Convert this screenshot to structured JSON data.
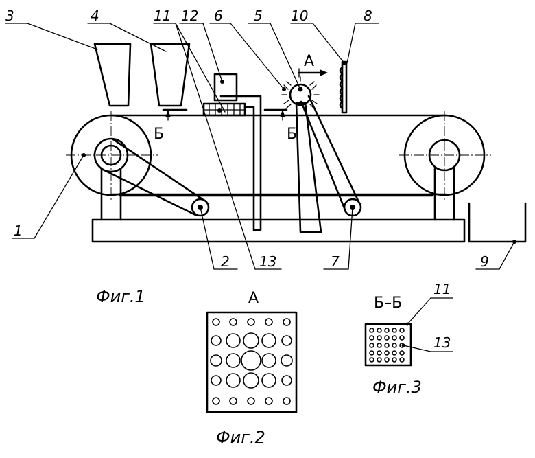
{
  "callouts": [
    "3",
    "4",
    "11",
    "12",
    "6",
    "5",
    "10",
    "8",
    "1",
    "2",
    "13",
    "7",
    "9",
    "11",
    "13"
  ],
  "section_marks": {
    "view_a": "А",
    "cut_left": "Б",
    "cut_right": "Б",
    "view_a_title": "А",
    "section_title": "Б–Б"
  },
  "captions": {
    "fig1": "Фиг.1",
    "fig2": "Фиг.2",
    "fig3": "Фиг.3"
  }
}
